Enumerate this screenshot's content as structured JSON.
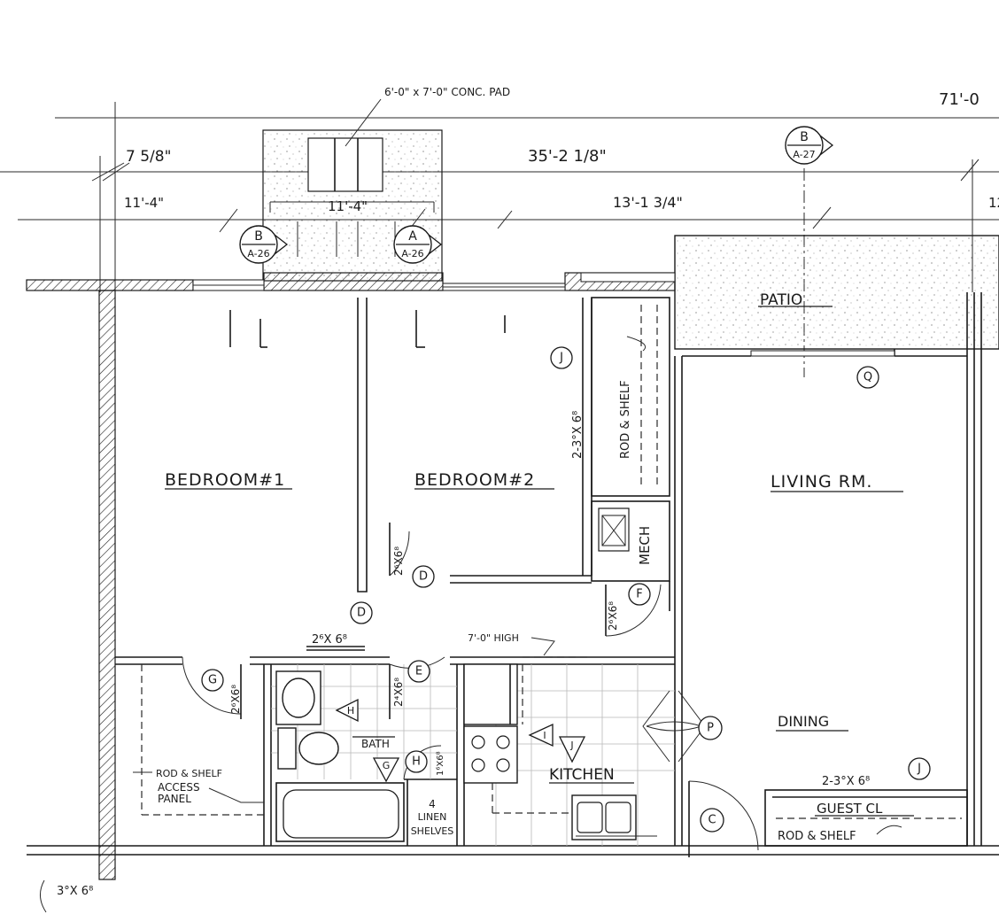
{
  "dimensions": {
    "top_right_overall": "71'-0",
    "left_offset": "7 5/8\"",
    "overall_width": "35'-2 1/8\"",
    "bedroom1_width": "11'-4\"",
    "pad_width": "11'-4\"",
    "living_width": "13'-1 3/4\"",
    "right_edge_partial": "12"
  },
  "notes": {
    "conc_pad": "6'-0\" x 7'-0\" CONC. PAD",
    "kitchen_soffit": "7'-0\" HIGH",
    "rod_shelf_closet": "ROD & SHELF",
    "rod_shelf_access": "ROD & SHELF",
    "access_panel_line1": "ACCESS",
    "access_panel_line2": "PANEL",
    "linen_count": "4",
    "linen_line1": "LINEN",
    "linen_line2": "SHELVES",
    "rod_shelf_guest": "ROD & SHELF"
  },
  "doors": {
    "closet_bed2": "2-3°X 6⁸",
    "bed2_door": "2⁶X6⁸",
    "bed1_door": "2⁶X 6⁸",
    "bath_door": "2⁴X6⁸",
    "mech_door": "2⁶X6⁸",
    "closet_bed1": "2⁶X6⁸",
    "linen_door": "1⁶X6⁸",
    "guest_closet": "2-3°X 6⁸",
    "entry_door": "3°X 6⁸"
  },
  "rooms": {
    "bedroom1": "BEDROOM#1",
    "bedroom2": "BEDROOM#2",
    "living": "LIVING RM.",
    "patio": "PATIO",
    "mech": "MECH",
    "bath": "BATH",
    "kitchen": "KITCHEN",
    "dining": "DINING",
    "guest_closet": "GUEST CL"
  },
  "door_tags": {
    "J_top": "J",
    "Q": "Q",
    "D_bed2": "D",
    "D_bed1": "D",
    "F": "F",
    "E": "E",
    "G": "G",
    "H_linen": "H",
    "P": "P",
    "C": "C",
    "J_dining": "J"
  },
  "window_tags": {
    "H_bath": "H",
    "G_bath": "G",
    "I_kitchen": "I",
    "J_kitchen": "J"
  },
  "section_markers": [
    {
      "letter": "B",
      "sheet": "A-26"
    },
    {
      "letter": "A",
      "sheet": "A-26"
    },
    {
      "letter": "B",
      "sheet": "A-27"
    }
  ]
}
